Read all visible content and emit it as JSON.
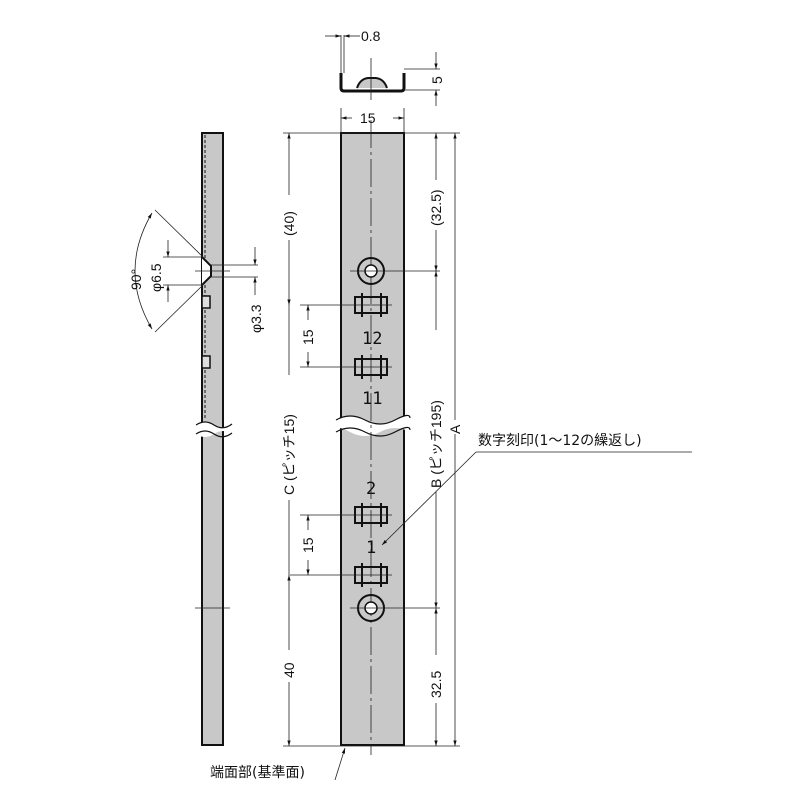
{
  "drawing": {
    "section_view": {
      "thickness": "0.8",
      "height": "5"
    },
    "front_view": {
      "width": "15",
      "top_offset_c": "(40)",
      "pitch_c": "C (ピッチ15)",
      "bottom_offset_c": "40",
      "slot_pitch_upper": "15",
      "slot_pitch_lower": "15",
      "top_offset_b": "(32.5)",
      "pitch_b": "B (ピッチ195)",
      "bottom_offset_b": "32.5",
      "overall_length": "A",
      "stamp_numbers": [
        "12",
        "11",
        "2",
        "1"
      ]
    },
    "side_view": {
      "angle": "90°",
      "outer_diameter": "φ6.5",
      "hole_diameter": "φ3.3"
    },
    "notes": {
      "stamp_note": "数字刻印(1〜12の繰返し)",
      "reference_face": "端面部(基準面)"
    },
    "colors": {
      "part_fill": "#c8c8c8",
      "line": "#111111"
    }
  }
}
